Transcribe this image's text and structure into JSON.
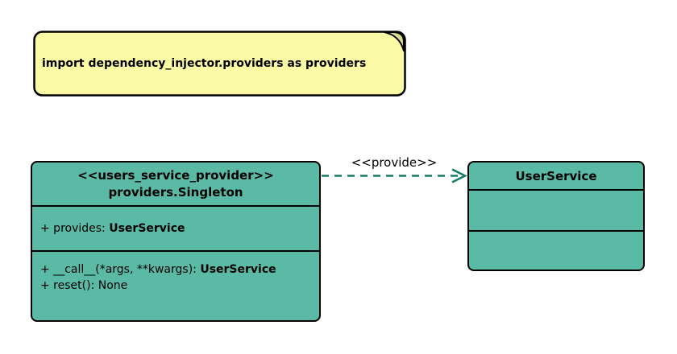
{
  "colors": {
    "background": "#FFFFFF",
    "note_fill": "#FBFBA6",
    "note_fold": "#D9DC8E",
    "class_fill": "#5BBAA6",
    "border": "#000000",
    "arrow": "#147D68",
    "text": "#000000"
  },
  "note": {
    "text": "import dependency_injector.providers as providers"
  },
  "provider_class": {
    "stereotype": "<<users_service_provider>>",
    "name": "providers.Singleton",
    "attributes": [
      {
        "prefix": "+ provides: ",
        "type": "UserService"
      }
    ],
    "methods": [
      {
        "prefix": "+ __call__(*args, **kwargs): ",
        "type": "UserService"
      },
      {
        "prefix": "+ reset(): None",
        "type": ""
      }
    ]
  },
  "service_class": {
    "name": "UserService"
  },
  "relation": {
    "label": "<<provide>>"
  }
}
